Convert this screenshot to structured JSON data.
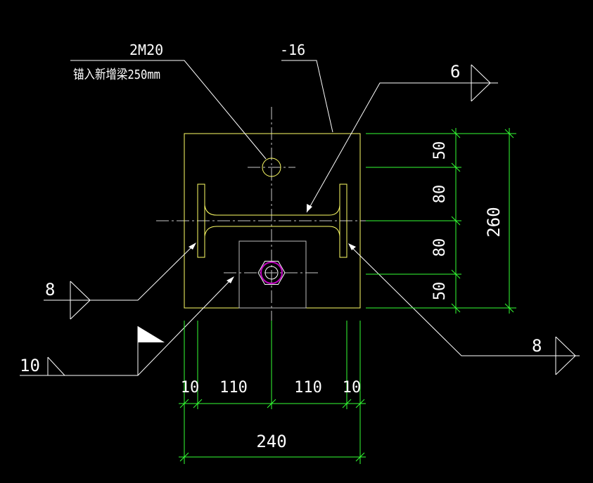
{
  "colors": {
    "background": "#000000",
    "plate": "#ffff66",
    "dimension": "#33ff33",
    "leader": "#ffffff",
    "centerline": "#c8c8c8",
    "bolt": "#c000c0"
  },
  "annotations": {
    "anchor_bolt_spec": "2M20",
    "anchor_note": "锚入新增梁250mm",
    "plate_thickness": "-16",
    "weld_size_top": "6",
    "weld_size_left": "8",
    "weld_size_right": "8",
    "weld_size_field": "10"
  },
  "dimensions": {
    "vertical": [
      "50",
      "80",
      "80",
      "50"
    ],
    "vertical_total": "260",
    "horizontal": [
      "10",
      "110",
      "110",
      "10"
    ],
    "horizontal_total": "240"
  }
}
